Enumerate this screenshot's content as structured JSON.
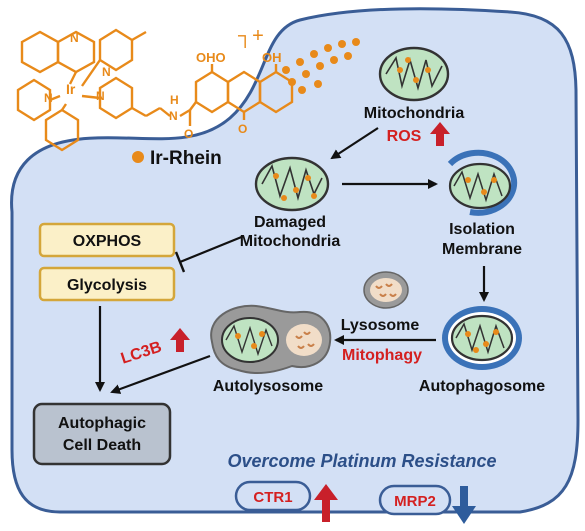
{
  "compound": {
    "name": "Ir-Rhein",
    "metal_label": "Ir",
    "charge": "┐+",
    "oh_left": "OHO",
    "oh_right": "OH",
    "amide_h": "H",
    "amide_n": "N",
    "carbonyl_o1": "O",
    "carbonyl_o2": "O",
    "ring_n_labels": [
      "N",
      "N",
      "N",
      "N"
    ]
  },
  "nodes": {
    "mitochondria": "Mitochondria",
    "damaged_line1": "Damaged",
    "damaged_line2": "Mitochondria",
    "isolation_line1": "Isolation",
    "isolation_line2": "Membrane",
    "autophagosome": "Autophagosome",
    "lysosome": "Lysosome",
    "autolysosome": "Autolysosome",
    "oxphos": "OXPHOS",
    "glycolysis": "Glycolysis",
    "death_line1": "Autophagic",
    "death_line2": "Cell Death"
  },
  "markers": {
    "ros": "ROS",
    "mitophagy": "Mitophagy",
    "lc3b": "LC3B",
    "ctr1": "CTR1",
    "mrp2": "MRP2"
  },
  "footer": "Overcome Platinum Resistance",
  "colors": {
    "compound": "#e88a1a",
    "cell_fill": "#d3e0f5",
    "cell_border": "#3a5d96",
    "mito_fill": "#bfe3c2",
    "red_marker": "#c8202a",
    "blue_marker": "#2e5c9c",
    "box_fill": "#fbf0c8",
    "box_border": "#d4a63a",
    "death_fill": "#b9c2cf"
  }
}
